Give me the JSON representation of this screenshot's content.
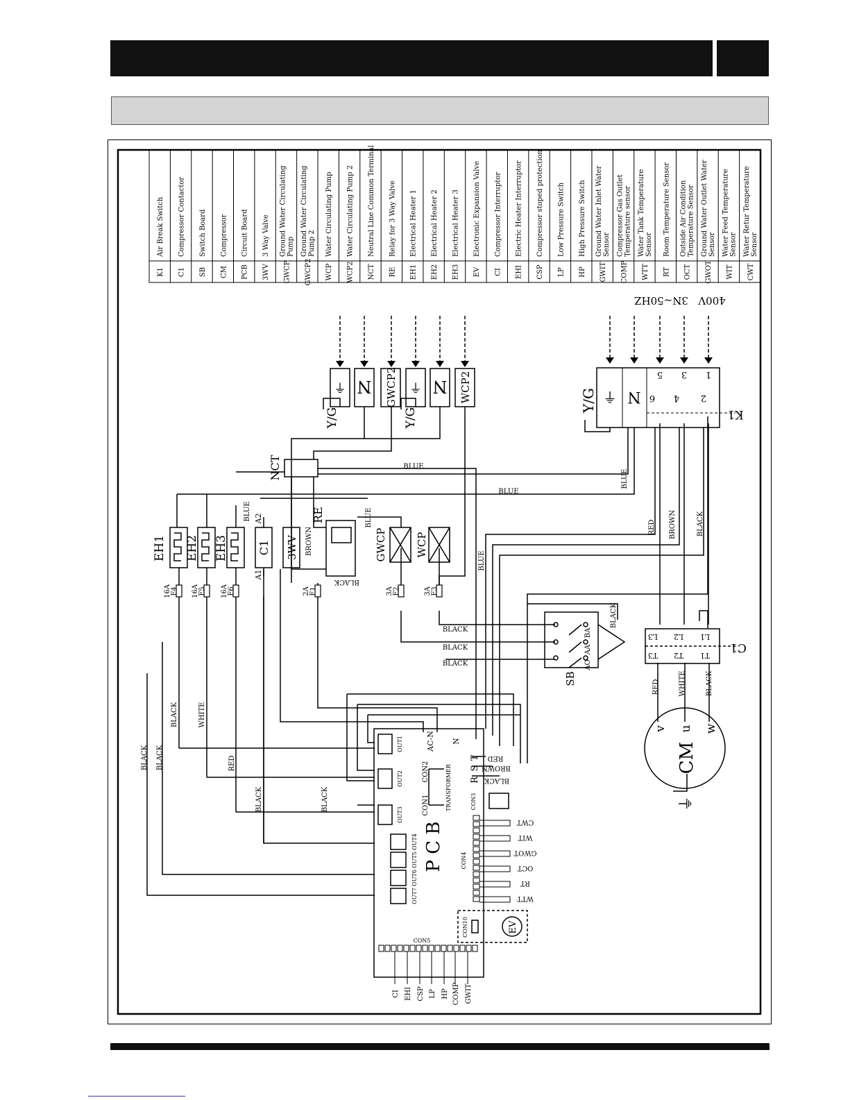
{
  "legend": [
    {
      "code": "K1",
      "desc": "Air Break Switch"
    },
    {
      "code": "C1",
      "desc": "Compressor Contactor"
    },
    {
      "code": "SB",
      "desc": "Switch Board"
    },
    {
      "code": "CM",
      "desc": "Compressor"
    },
    {
      "code": "PCB",
      "desc": "Circuit Board"
    },
    {
      "code": "3WV",
      "desc": "3 Way Valve"
    },
    {
      "code": "GWCP",
      "desc": "Ground Water Circulating Pump"
    },
    {
      "code": "GWCP2",
      "desc": "Ground Water Circulating Pump 2"
    },
    {
      "code": "WCP",
      "desc": "Water Circulating Pump"
    },
    {
      "code": "WCP2",
      "desc": "Water Circulating Pump 2"
    },
    {
      "code": "NCT",
      "desc": "Neutral Line Common Terminal"
    },
    {
      "code": "RE",
      "desc": "Relay for 3 Way Valve"
    },
    {
      "code": "EH1",
      "desc": "Electrical Heater 1"
    },
    {
      "code": "EH2",
      "desc": "Electrical Heater 2"
    },
    {
      "code": "EH3",
      "desc": "Electrical Heater 3"
    },
    {
      "code": "EV",
      "desc": "Electronic Expansion Valve"
    },
    {
      "code": "CI",
      "desc": "Compressor Interruptor"
    },
    {
      "code": "EHI",
      "desc": "Electric Heater Interruptor"
    },
    {
      "code": "CSP",
      "desc": "Compressor stoped protection"
    },
    {
      "code": "LP",
      "desc": "Low Pressure Switch"
    },
    {
      "code": "HP",
      "desc": "High Pressure Switch"
    },
    {
      "code": "GWIT",
      "desc": "Ground Water Inlet Water Sensor"
    },
    {
      "code": "COMP",
      "desc": "Compressor Gas Outlet Temperature sensor"
    },
    {
      "code": "WTT",
      "desc": "Water Tank Temperature Sensor"
    },
    {
      "code": "RT",
      "desc": "Room Temperature Sensor"
    },
    {
      "code": "OCT",
      "desc": "Outside Air Condition Temperature Sensor"
    },
    {
      "code": "GWOT",
      "desc": "Ground Water Outlet Water Sensor"
    },
    {
      "code": "WIT",
      "desc": "Water Feed Temperature Sensor"
    },
    {
      "code": "CWT",
      "desc": "Water Retur Temperature Sensor"
    }
  ],
  "supply": {
    "voltage": "400V",
    "phase": "3N~50HZ"
  },
  "terminals": {
    "earth_symbol": "⏚",
    "yg": "Y/G",
    "neutral": "N",
    "gwcp2": "GWCP2",
    "wcp2": "WCP2"
  },
  "components": {
    "k1": "K1",
    "c1": "C1",
    "sb": "SB",
    "cm": "CM",
    "pcb": "P C B",
    "nct": "NCT",
    "re": "RE",
    "eh1": "EH1",
    "eh2": "EH2",
    "eh3": "EH3",
    "c1_coil": "C1",
    "wv3": "3WV",
    "gwcp": "GWCP",
    "wcp": "WCP",
    "ev": "EV",
    "a1": "A1",
    "a2": "A2",
    "k1_terms": [
      "1",
      "2",
      "3",
      "4",
      "5",
      "6"
    ],
    "c1_terms": [
      "L1",
      "L2",
      "L3",
      "T1",
      "T2",
      "T3"
    ],
    "sb_terms": [
      "BA",
      "AA",
      "AO"
    ],
    "cm_terms": [
      "v",
      "u",
      "w"
    ],
    "transformer": "TRANSFORMER",
    "con1": "CON1",
    "con2": "CON2",
    "con3": "CON3",
    "con4": "CON4",
    "con5": "CON5",
    "con10": "CON10",
    "outs": [
      "OUT1",
      "OUT2",
      "OUT3",
      "OUT4",
      "OUT5",
      "OUT6",
      "OUT7"
    ],
    "pcb_ac": "AC-N",
    "pcb_n": "N",
    "pcb_rst": [
      "R",
      "S",
      "T"
    ]
  },
  "fuses": [
    {
      "id": "F4",
      "rating": "16A"
    },
    {
      "id": "F5",
      "rating": "16A"
    },
    {
      "id": "F6",
      "rating": "16A"
    },
    {
      "id": "F1",
      "rating": "2A"
    },
    {
      "id": "F2",
      "rating": "3A"
    },
    {
      "id": "F3",
      "rating": "3A"
    }
  ],
  "wires": {
    "black": "BLACK",
    "blue": "BLUE",
    "red": "RED",
    "brown": "BROWN",
    "white": "WHITE"
  },
  "sensors_con4": [
    "CWT",
    "WIT",
    "GWOT",
    "OCT",
    "RT",
    "WTT"
  ],
  "con5_labels": [
    "CI",
    "EHI",
    "CSP",
    "LP",
    "HP",
    "COMP",
    "GWIT"
  ]
}
